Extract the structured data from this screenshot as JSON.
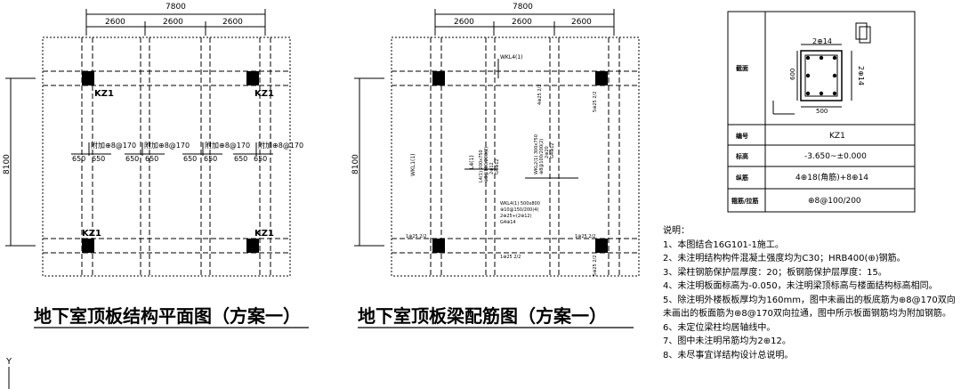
{
  "plan1": {
    "title": "地下室顶板结构平面图（方案一）",
    "dim_total": "7800",
    "dim_spans": [
      "2600",
      "2600",
      "2600"
    ],
    "dim_height": "8100",
    "column_labels": [
      "KZ1",
      "KZ1",
      "KZ1",
      "KZ1"
    ],
    "rebar_notes": [
      "附加⊕8@170",
      "附加⊕8@170",
      "附加⊕8@170",
      "附加⊕8@170"
    ],
    "offset_labels": [
      "650",
      "650",
      "650",
      "650",
      "650",
      "650",
      "650",
      "650"
    ]
  },
  "plan2": {
    "title": "地下室顶板梁配筋图（方案一）",
    "dim_total": "7800",
    "dim_spans": [
      "2600",
      "2600",
      "2600"
    ],
    "dim_height": "8100",
    "beam_labels": {
      "top_beam": "WKL4(1)",
      "left_beam": "WKL1(1)",
      "l_label": "L4(1)",
      "l_detail_1": "L4(1) 200x750",
      "l_detail_2": "⊕8@100/200(2)",
      "l_detail_3": "2⊕12",
      "l_detail_4": "G4⊕12",
      "c_detail_1": "WKL2(1) 300x750",
      "c_detail_2": "⊕8@100/200(2)",
      "c_detail_3": "2⊕20",
      "c_detail_4": "G4⊕12",
      "mid_detail_1": "WKL4(1) 500x800",
      "mid_detail_2": "⊕10@150/200(4)",
      "mid_detail_3": "2⊕25+(2⊕12)",
      "mid_detail_4": "G4⊕14",
      "bottom_left": "1⊕25 2/2",
      "bottom_mid": "1⊕25 2/2",
      "bottom_right": "1⊕25 2/2",
      "right_top": "5⊕25 2/2",
      "right_bottom": "5⊕25 2/2",
      "top_small": "4⊕25 2/2"
    }
  },
  "column_table": {
    "rows": [
      {
        "label": "截面",
        "value": ""
      },
      {
        "label": "编号",
        "value": "KZ1"
      },
      {
        "label": "标高",
        "value": "-3.650~±0.000"
      },
      {
        "label": "纵筋",
        "value": "4⊕18(角筋)+8⊕14"
      },
      {
        "label": "箍筋/拉筋",
        "value": "⊕8@100/200"
      }
    ],
    "section_top": "2⊕14",
    "section_side": "2⊕14",
    "section_height": "600",
    "section_width": "500"
  },
  "notes": {
    "heading": "说明：",
    "items": [
      "1、本图结合16G101-1施工。",
      "2、未注明结构构件混凝土强度均为C30；HRB400(⊕)钢筋。",
      "3、梁柱钢筋保护层厚度：20；板钢筋保护层厚度：15。",
      "4、未注明板面标高为-0.050，未注明梁顶标高与楼面结构标高相同。",
      "5、除注明外楼板板厚均为160mm，图中未画出的板底筋为⊕8@170双向",
      "   未画出的板面筋为⊕8@170双向拉通，图中所示板面钢筋均为附加钢筋。",
      "6、未定位梁柱均居轴线中。",
      "7、图中未注明吊筋均为2⊕12。",
      "8、未尽事宜详结构设计总说明。"
    ]
  },
  "axis_mark": "Y"
}
